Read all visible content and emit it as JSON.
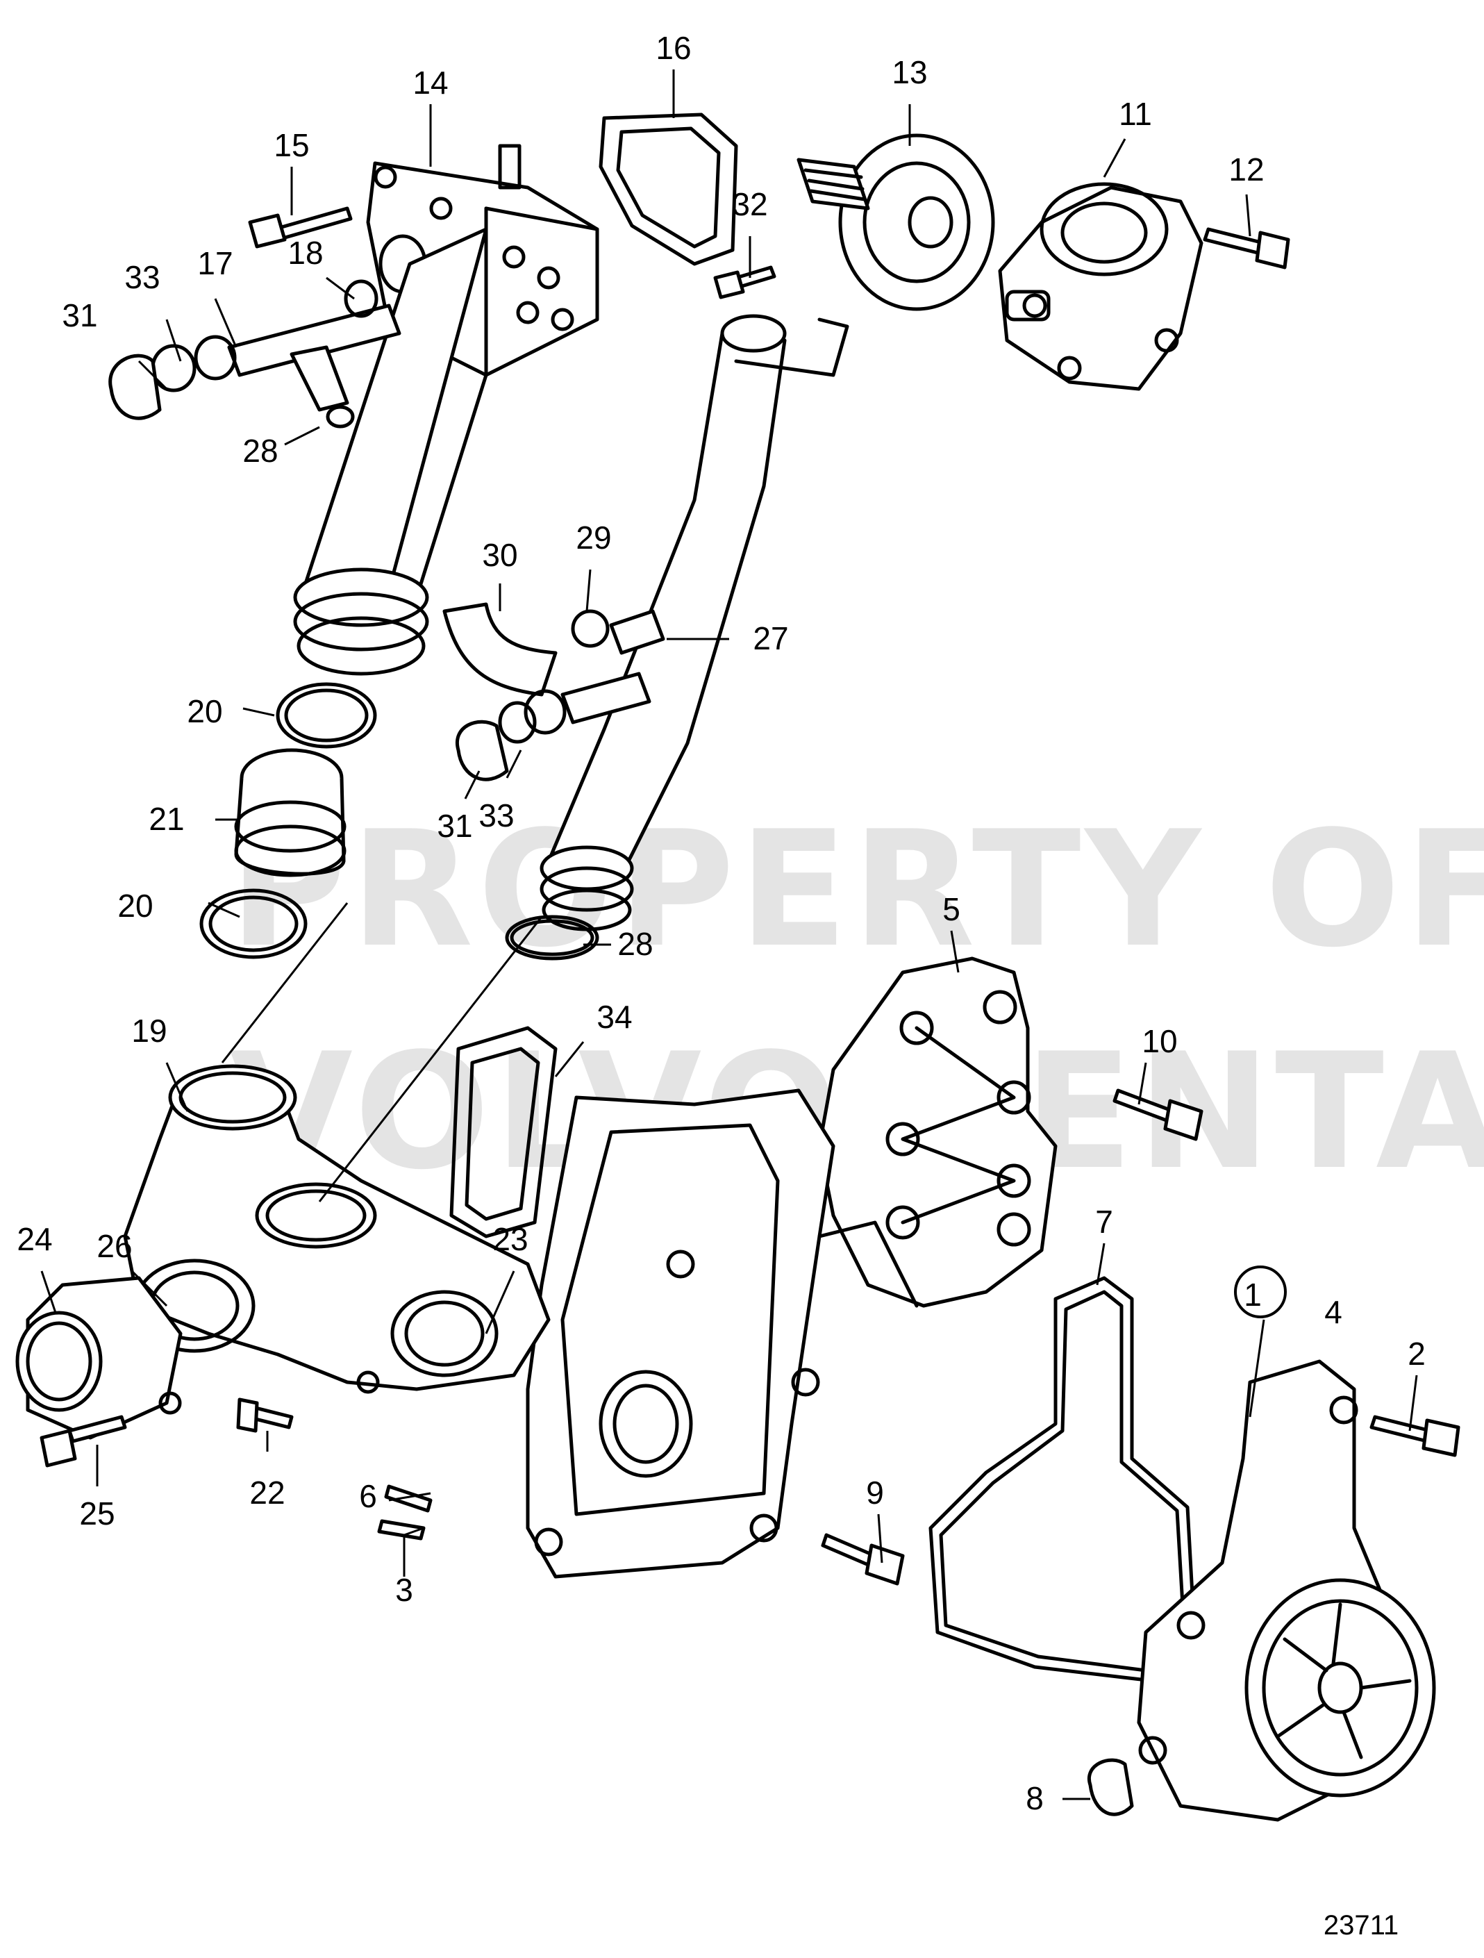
{
  "diagram": {
    "watermark_line1": "PROPERTY OF",
    "watermark_line2": "VOLVO PENTA",
    "drawing_number": "23711",
    "kit_marker": "1",
    "callouts": [
      {
        "label": "1"
      },
      {
        "label": "2"
      },
      {
        "label": "3"
      },
      {
        "label": "4"
      },
      {
        "label": "5"
      },
      {
        "label": "6"
      },
      {
        "label": "7"
      },
      {
        "label": "8"
      },
      {
        "label": "9"
      },
      {
        "label": "10"
      },
      {
        "label": "11"
      },
      {
        "label": "12"
      },
      {
        "label": "13"
      },
      {
        "label": "14"
      },
      {
        "label": "15"
      },
      {
        "label": "16"
      },
      {
        "label": "17"
      },
      {
        "label": "18"
      },
      {
        "label": "19"
      },
      {
        "label": "20"
      },
      {
        "label": "20"
      },
      {
        "label": "21"
      },
      {
        "label": "22"
      },
      {
        "label": "23"
      },
      {
        "label": "24"
      },
      {
        "label": "25"
      },
      {
        "label": "26"
      },
      {
        "label": "27"
      },
      {
        "label": "28"
      },
      {
        "label": "28"
      },
      {
        "label": "29"
      },
      {
        "label": "30"
      },
      {
        "label": "31"
      },
      {
        "label": "31"
      },
      {
        "label": "32"
      },
      {
        "label": "33"
      },
      {
        "label": "33"
      },
      {
        "label": "34"
      }
    ]
  }
}
